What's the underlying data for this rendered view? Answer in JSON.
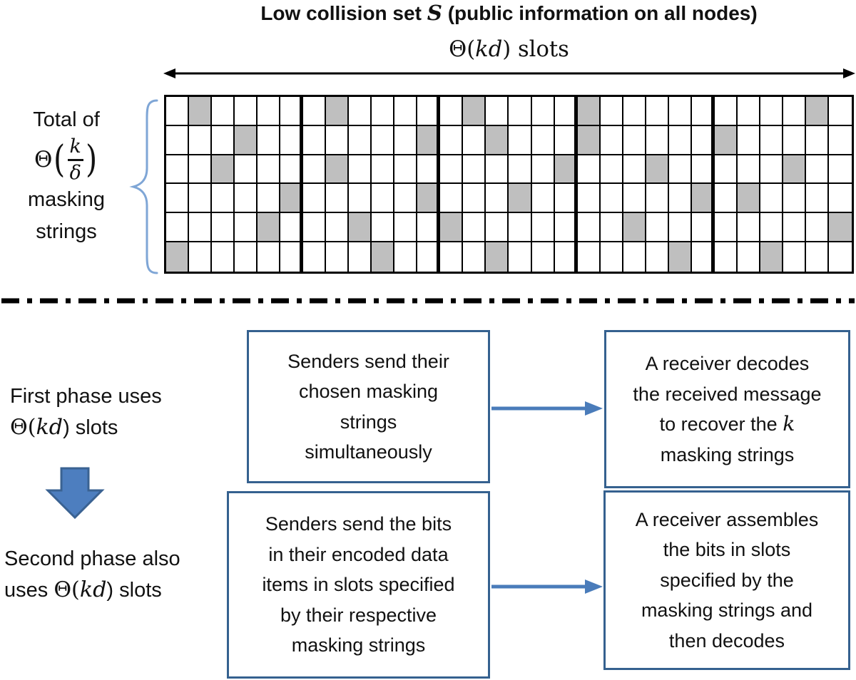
{
  "title": {
    "pre": "Low collision set ",
    "s": "S",
    "post": " (public information on all nodes)"
  },
  "slots_label": {
    "theta_open": "Θ(",
    "kd": "kd",
    "post": ") slots"
  },
  "left_label": {
    "line1": "Total of",
    "theta": "Θ",
    "open": "(",
    "k": "k",
    "delta": "δ",
    "close": ")",
    "line3": "masking",
    "line4": "strings"
  },
  "grid": {
    "rows": 6,
    "cols": 30,
    "section": 6,
    "shaded": [
      [
        2,
        8,
        14,
        19,
        29
      ],
      [
        4,
        12,
        15,
        19,
        25
      ],
      [
        3,
        8,
        18,
        22,
        28
      ],
      [
        6,
        12,
        16,
        24,
        26
      ],
      [
        5,
        9,
        13,
        21,
        30
      ],
      [
        1,
        10,
        15,
        23,
        27
      ]
    ]
  },
  "phase1": {
    "line1": "First phase uses",
    "theta_open": "Θ(",
    "kd": "kd",
    "post": ") slots"
  },
  "phase2": {
    "line1": "Second phase also",
    "pre": "uses ",
    "theta_open": "Θ(",
    "kd": "kd",
    "post": ") slots"
  },
  "boxes": {
    "b1": {
      "l1": "Senders send their",
      "l2": "chosen masking",
      "l3": "strings",
      "l4": "simultaneously"
    },
    "b2": {
      "l1": "A receiver decodes",
      "l2": "the received message",
      "l3_pre": "to recover the ",
      "l3_k": "k",
      "l4": "masking strings"
    },
    "b3": {
      "l1": "Senders send the bits",
      "l2": "in their encoded data",
      "l3": "items in slots specified",
      "l4": "by their respective",
      "l5": "masking strings"
    },
    "b4": {
      "l1": "A receiver assembles",
      "l2": "the bits in slots",
      "l3": "specified by the",
      "l4": "masking strings and",
      "l5": "then decodes"
    }
  },
  "colors": {
    "text": "#111111",
    "grid_line": "#000000",
    "cell_shade": "#bfbfbf",
    "box_border": "#35618f",
    "arrow_blue": "#4a7cba",
    "down_arrow_fill": "#4d7ebf",
    "down_arrow_border": "#3a6292",
    "brace_blue": "#7fa6d6",
    "divider": "#000000"
  }
}
